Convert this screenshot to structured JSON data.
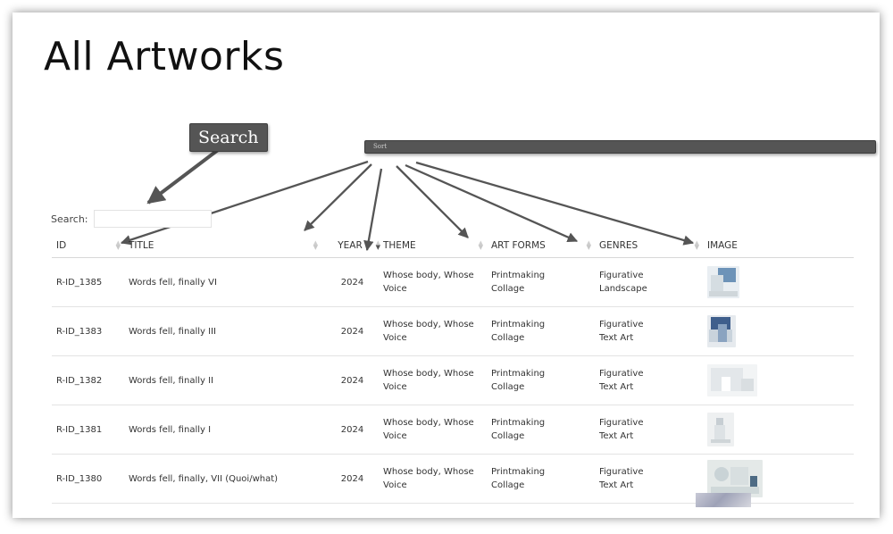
{
  "page": {
    "title": "All Artworks"
  },
  "callouts": {
    "search": "Search",
    "sort": "Sort"
  },
  "search": {
    "label": "Search:",
    "value": ""
  },
  "columns": [
    "ID",
    "TITLE",
    "YEAR",
    "THEME",
    "ART FORMS",
    "GENRES",
    "IMAGE"
  ],
  "rows": [
    {
      "id": "R-ID_1385",
      "title": "Words fell, finally VI",
      "year": "2024",
      "theme": [
        "Whose body, Whose",
        "Voice"
      ],
      "forms": [
        "Printmaking",
        "Collage"
      ],
      "genres": [
        "Figurative",
        "Landscape"
      ],
      "image": "artwork-thumbnail-icon"
    },
    {
      "id": "R-ID_1383",
      "title": "Words fell, finally III",
      "year": "2024",
      "theme": [
        "Whose body, Whose",
        "Voice"
      ],
      "forms": [
        "Printmaking",
        "Collage"
      ],
      "genres": [
        "Figurative",
        "Text Art"
      ],
      "image": "artwork-thumbnail-icon"
    },
    {
      "id": "R-ID_1382",
      "title": "Words fell, finally II",
      "year": "2024",
      "theme": [
        "Whose body, Whose",
        "Voice"
      ],
      "forms": [
        "Printmaking",
        "Collage"
      ],
      "genres": [
        "Figurative",
        "Text Art"
      ],
      "image": "artwork-thumbnail-icon"
    },
    {
      "id": "R-ID_1381",
      "title": "Words fell, finally I",
      "year": "2024",
      "theme": [
        "Whose body, Whose",
        "Voice"
      ],
      "forms": [
        "Printmaking",
        "Collage"
      ],
      "genres": [
        "Figurative",
        "Text Art"
      ],
      "image": "artwork-thumbnail-icon"
    },
    {
      "id": "R-ID_1380",
      "title": "Words fell, finally, VII (Quoi/what)",
      "year": "2024",
      "theme": [
        "Whose body, Whose",
        "Voice"
      ],
      "forms": [
        "Printmaking",
        "Collage"
      ],
      "genres": [
        "Figurative",
        "Text Art"
      ],
      "image": "artwork-thumbnail-icon"
    }
  ],
  "colors": {
    "callout_bg": "#555555",
    "arrow": "#555555",
    "accent_blue": "#6d93b8"
  }
}
